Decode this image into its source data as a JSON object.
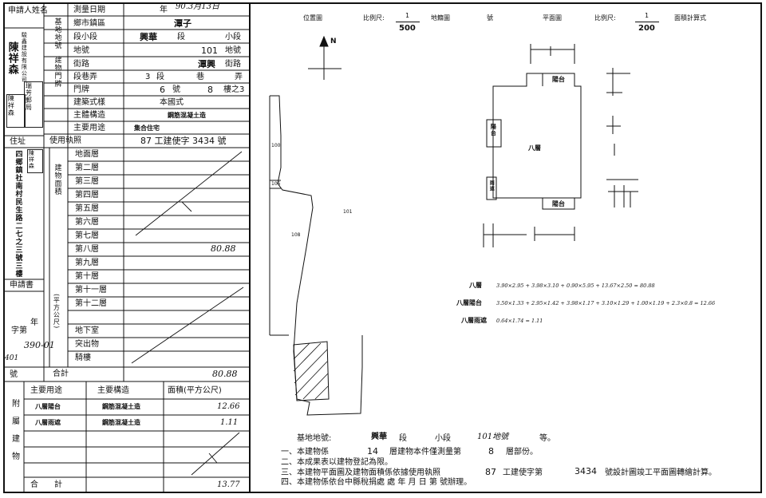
{
  "form": {
    "applicant_label": "申請人姓名",
    "applicant_company": "駿鑫建設有限公司",
    "applicant_person": "陳祥森",
    "stamp_text": "陳祥森",
    "stamp_right_text": "瑞芳郵局",
    "address_label": "住址",
    "address_text": "四鄉鎮社南村民生路二七之三號三樓",
    "address_stamp": "陳祥森",
    "application_no_label": "申請書",
    "year_label": "年",
    "char_label": "字第",
    "number_label": "號",
    "hw_app_no": "390-01",
    "hw_401": "401"
  },
  "header_rows": [
    {
      "label": "測量日期",
      "value": "90.3月13日",
      "year_label": "年"
    },
    {
      "label": "鄉市鎮區",
      "value": "潭子"
    },
    {
      "label": "段小段",
      "value": "興華",
      "unit1": "段",
      "unit2": "小段"
    },
    {
      "label": "地號",
      "value": "101",
      "unit": "地號"
    },
    {
      "label": "街路",
      "value": "潭興",
      "unit": "街路"
    },
    {
      "label": "段巷弄",
      "value": "3",
      "unit1": "段",
      "unit2": "巷",
      "unit3": "弄"
    },
    {
      "label": "門牌",
      "value_no": "6",
      "unit1": "號",
      "value_floor": "8",
      "unit2": "樓之3"
    },
    {
      "label": "建築式樣",
      "value": "本國式"
    },
    {
      "label": "主體構造",
      "value": "鋼筋混凝土造"
    },
    {
      "label": "主要用途",
      "value": "集合住宅"
    },
    {
      "label": "使用執照",
      "value": "87 工建使字 3434 號"
    }
  ],
  "group_labels": {
    "site": "基地地號",
    "building": "建物門牌",
    "floor_area": "建物面積",
    "unit_note": "(平方公尺)"
  },
  "floors": [
    {
      "name": "地面層",
      "area": ""
    },
    {
      "name": "第二層",
      "area": ""
    },
    {
      "name": "第三層",
      "area": ""
    },
    {
      "name": "第四層",
      "area": ""
    },
    {
      "name": "第五層",
      "area": ""
    },
    {
      "name": "第六層",
      "area": ""
    },
    {
      "name": "第七層",
      "area": ""
    },
    {
      "name": "第八層",
      "area": "80.88"
    },
    {
      "name": "第九層",
      "area": ""
    },
    {
      "name": "第十層",
      "area": ""
    },
    {
      "name": "第十一層",
      "area": ""
    },
    {
      "name": "第十二層",
      "area": ""
    },
    {
      "name": "",
      "area": ""
    },
    {
      "name": "",
      "area": ""
    },
    {
      "name": "地下室",
      "area": ""
    },
    {
      "name": "突出物",
      "area": ""
    },
    {
      "name": "騎樓",
      "area": ""
    }
  ],
  "floor_total": {
    "label": "合計",
    "value": "80.88"
  },
  "attached": {
    "side_label": "附屬建物",
    "headers": [
      "主要用途",
      "主要構造",
      "面積(平方公尺)"
    ],
    "rows": [
      {
        "use": "八層陽台",
        "structure": "鋼筋混凝土造",
        "area": "12.66"
      },
      {
        "use": "八層雨遮",
        "structure": "鋼筋混凝土造",
        "area": "1.11"
      }
    ],
    "total_label": "合計",
    "total_value": "13.77"
  },
  "plans": {
    "location_label": "位置圖",
    "scale_label": "比例尺:",
    "location_scale_num": "1",
    "location_scale_den": "500",
    "site_no_label": "地籍圖",
    "site_no_suffix": "號",
    "floor_plan_label": "平面圖",
    "plan_scale_num": "1",
    "plan_scale_den": "200",
    "area_calc_label": "面積計算式",
    "north": "N",
    "parcel_100": "100",
    "parcel_101": "101",
    "parcel_106": "106",
    "parcel_108": "108",
    "room_main": "八層",
    "balcony_top": "陽台",
    "balcony_bottom": "陽台",
    "balcony_left": "陽台",
    "rain_cover": "雨遮"
  },
  "calc": [
    {
      "label": "八層",
      "formula": "3.90×2.95 + 3.98×3.10 + 0.90×5.95 + 13.67×2.50 = 80.88"
    },
    {
      "label": "八層陽台",
      "formula": "3.50×1.33 + 2.95×1.42 + 3.98×1.17 + 3.10×1.29 + 1.00×1.19 + 2.3×0.8 = 12.66"
    },
    {
      "label": "八層雨遮",
      "formula": "0.64×1.74 = 1.11"
    }
  ],
  "notes": {
    "intro_a": "基地地號:",
    "intro_place": "興華",
    "intro_sec": "段",
    "intro_sub": "小段",
    "intro_no": "101地號",
    "intro_end": "等。",
    "n1_a": "一、本建物係",
    "n1_total": "14",
    "n1_b": "層建物本件僅測量第",
    "n1_floor": "8",
    "n1_c": "層部份。",
    "n2": "二、本成果表以建物登記為限。",
    "n3_a": "三、本建物平面圖及建物面積係依據使用執照",
    "n3_year": "87",
    "n3_b": "工建使字第",
    "n3_no": "3434",
    "n3_c": "號設計圖竣工平面圖轉繪計算。",
    "n4": "四、本建物係依台中縣稅捐處  處  年  月  日  第  號辦理。"
  }
}
